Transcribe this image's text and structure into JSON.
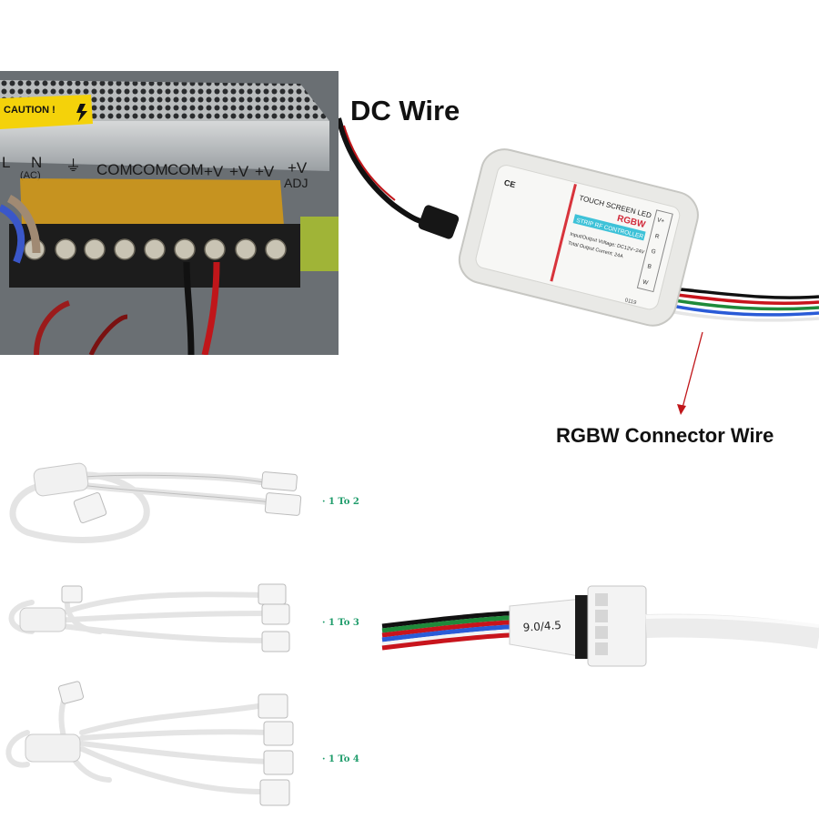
{
  "callouts": {
    "dc_wire": "DC Wire",
    "rgbw_wire": "RGBW Connector Wire"
  },
  "power_supply": {
    "caution": "CAUTION !",
    "terminals": [
      "L",
      "N",
      "(AC)",
      "⏚",
      "COM",
      "COM",
      "COM",
      "+V",
      "+V",
      "+V",
      "+V",
      "ADJ"
    ]
  },
  "controller": {
    "title": "TOUCH SCREEN LED",
    "mode": "RGBW",
    "subtitle": "STRIP RF CONTROLLER",
    "voltage": "Input/Output Voltage: DC12V~24V",
    "current": "Total Output Current: 24A",
    "pins": [
      "V+",
      "R",
      "G",
      "B",
      "W"
    ],
    "code": "0119",
    "cert": "CE"
  },
  "splitters": [
    {
      "label": "· 1 To 2"
    },
    {
      "label": "· 1 To 3"
    },
    {
      "label": "· 1 To 4"
    }
  ],
  "connector": {
    "marking": "9.0/4.5"
  },
  "colors": {
    "wire_red": "#c8141c",
    "wire_green": "#1f8a3a",
    "wire_blue": "#2a5bd7",
    "wire_black": "#111111",
    "wire_white": "#f2f2f2",
    "label_green": "#1f9c6b",
    "case_gray": "#e9e9e6"
  }
}
